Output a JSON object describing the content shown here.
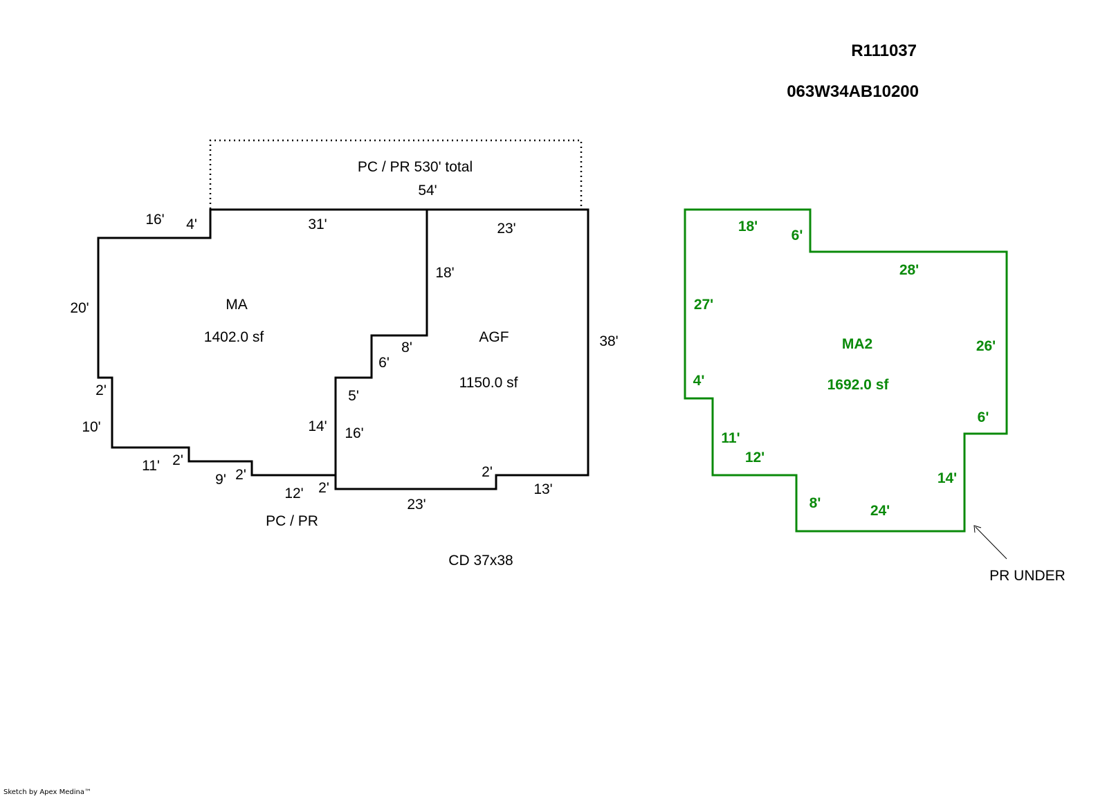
{
  "header": {
    "parcel_id": "R111037",
    "map_number": "063W34AB10200"
  },
  "colors": {
    "outline": "#000000",
    "ma2_outline": "#0a8a0a"
  },
  "areas": {
    "ma": {
      "code": "MA",
      "area": "1402.0 sf"
    },
    "agf": {
      "code": "AGF",
      "area": "1150.0 sf"
    },
    "ma2": {
      "code": "MA2",
      "area": "1692.0 sf"
    }
  },
  "annotations": {
    "porch_top": "PC / PR  530' total",
    "porch_top_length": "54'",
    "porch_bottom": "PC / PR",
    "cd": "CD  37x38",
    "pr_under": "PR UNDER"
  },
  "dims_main": {
    "d16": "16'",
    "d4": "4'",
    "d31": "31'",
    "d23_top": "23'",
    "d18": "18'",
    "d20": "20'",
    "d8": "8'",
    "d6": "6'",
    "d5": "5'",
    "d38": "38'",
    "d2_left": "2'",
    "d10": "10'",
    "d14": "14'",
    "d16_agf": "16'",
    "d11": "11'",
    "d2_a": "2'",
    "d9": "9'",
    "d2_b": "2'",
    "d12": "12'",
    "d2_c": "2'",
    "d23_bottom": "23'",
    "d2_d": "2'",
    "d13": "13'"
  },
  "dims_ma2": {
    "d18": "18'",
    "d6_top": "6'",
    "d28": "28'",
    "d27": "27'",
    "d26": "26'",
    "d4": "4'",
    "d6_right": "6'",
    "d11": "11'",
    "d12": "12'",
    "d14": "14'",
    "d8": "8'",
    "d24": "24'"
  },
  "footer": {
    "credit": "Sketch by Apex Medina™"
  }
}
